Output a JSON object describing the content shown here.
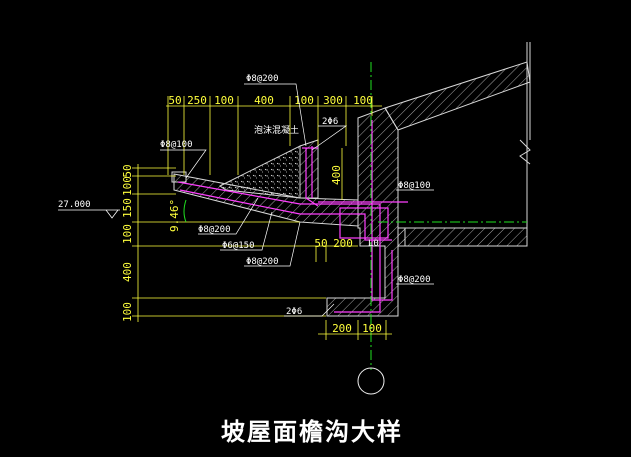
{
  "drawing": {
    "title": "坡屋面檐沟大样",
    "top_dimensions": [
      "50",
      "250",
      "100",
      "400",
      "100",
      "300",
      "100"
    ],
    "left_dimensions": [
      "50",
      "100",
      "150",
      "100",
      "400",
      "100"
    ],
    "bottom_dimensions": [
      "200",
      "100"
    ],
    "inner_dimensions": {
      "parapet_height": "400",
      "beam_bottom": "50",
      "beam_width": "200"
    },
    "elevation": "27.000",
    "slope": "9.46°",
    "rebar_labels": {
      "top_rebar": "Φ8@200",
      "eave_rebar": "Φ8@100",
      "parapet_rebar": "2Φ6",
      "right_rebar": "Φ8@100",
      "slab_rebar": "Φ8@200",
      "stirrup": "Φ6@150",
      "bottom_rebar": "Φ8@200",
      "lower_right_rebar": "Φ8@200",
      "bottom_pair": "2Φ6"
    },
    "fill_label": "泡沫混凝土",
    "gutter_label": "L0",
    "axis_label": ""
  },
  "colors": {
    "background": "#000000",
    "dimension": "#ffff3c",
    "text": "#ffffff",
    "rebar": "#ff40ff",
    "hatch": "#d8d8d8",
    "axis": "#20e020"
  }
}
